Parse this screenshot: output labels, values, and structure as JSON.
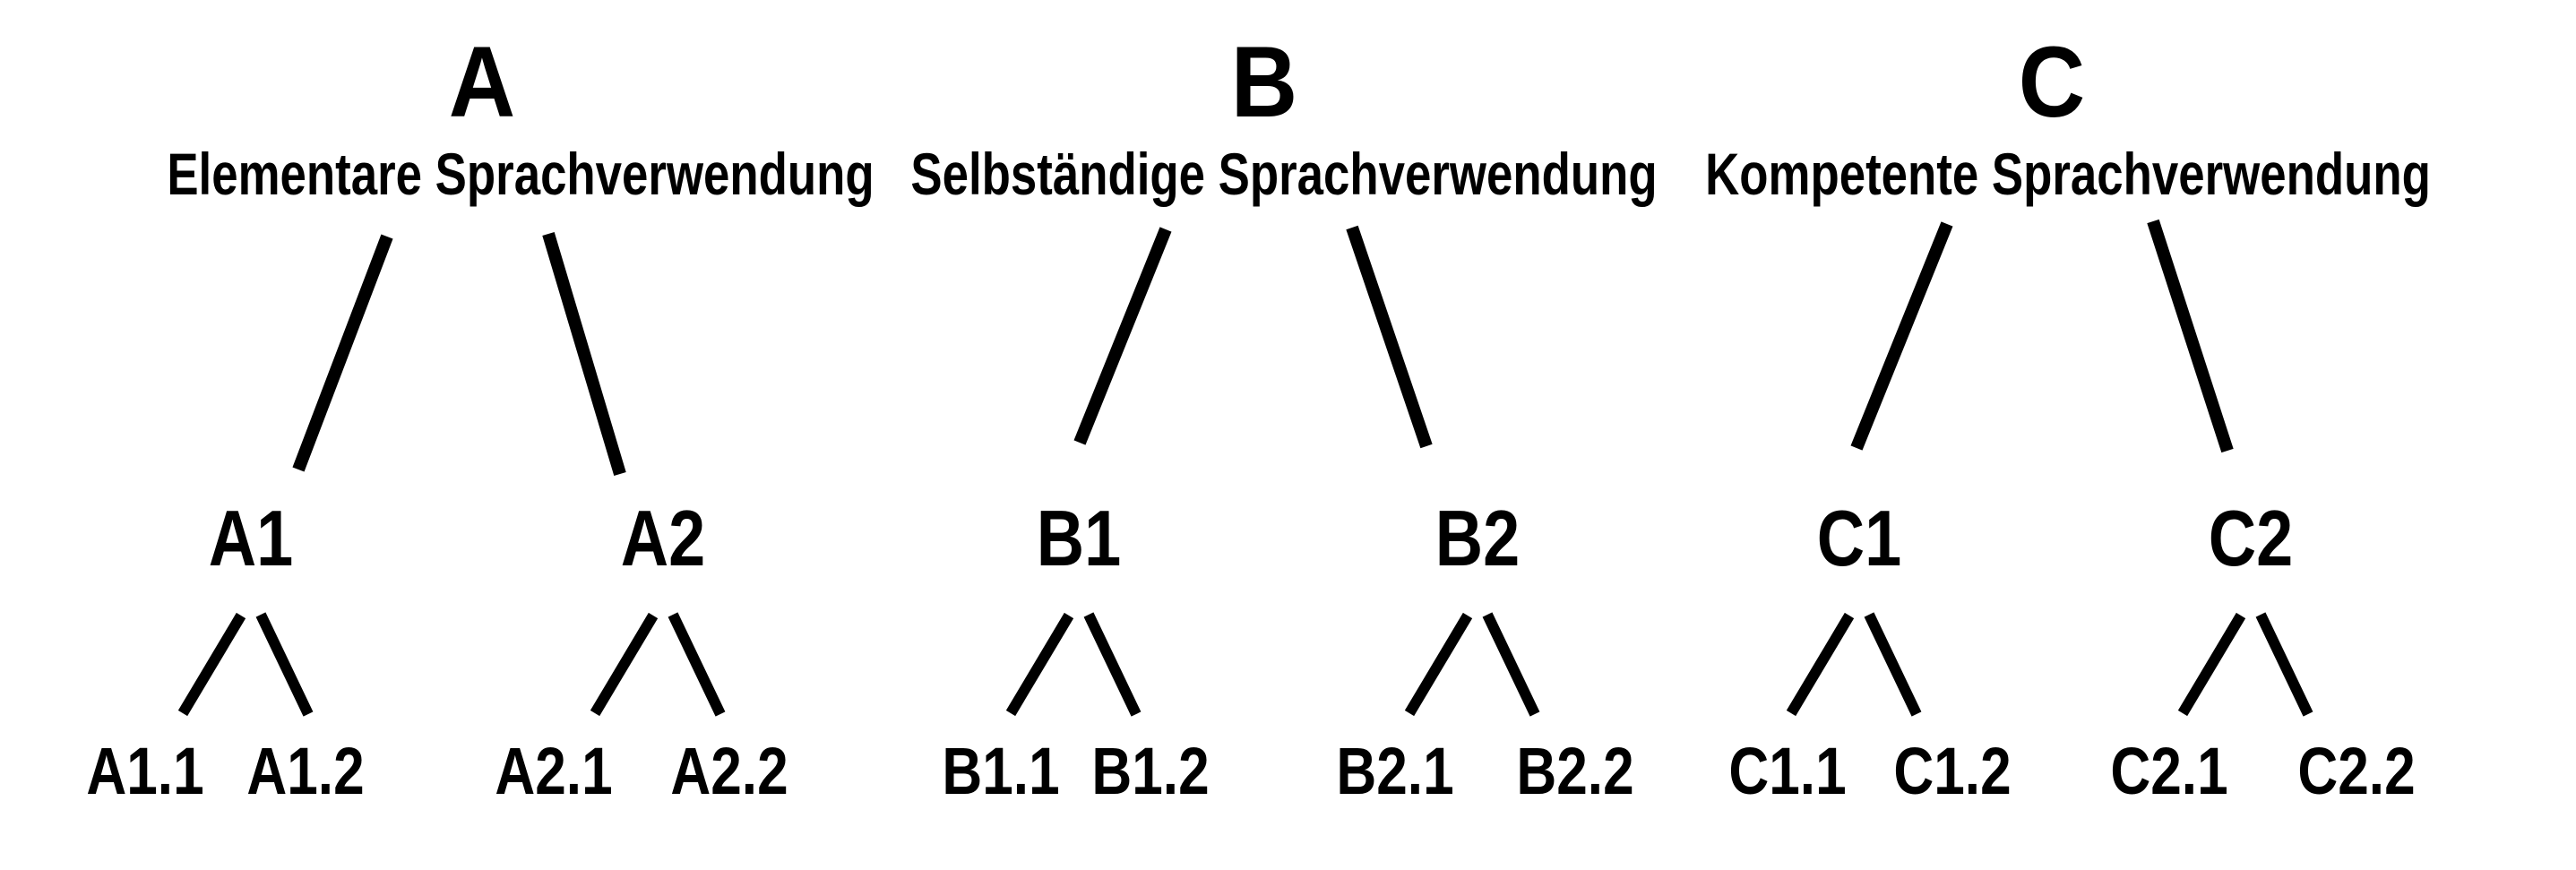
{
  "page": {
    "background_color": "#ffffff",
    "text_color": "#000000"
  },
  "tree": {
    "sections": [
      {
        "letter": "A",
        "subtitle": "Elementare Sprachverwendung",
        "levels": [
          {
            "label": "A1",
            "children": [
              {
                "label": "A1.1"
              },
              {
                "label": "A1.2"
              }
            ]
          },
          {
            "label": "A2",
            "children": [
              {
                "label": "A2.1"
              },
              {
                "label": "A2.2"
              }
            ]
          }
        ]
      },
      {
        "letter": "B",
        "subtitle": "Selbständige Sprachverwendung",
        "levels": [
          {
            "label": "B1",
            "children": [
              {
                "label": "B1.1"
              },
              {
                "label": "B1.2"
              }
            ]
          },
          {
            "label": "B2",
            "children": [
              {
                "label": "B2.1"
              },
              {
                "label": "B2.2"
              }
            ]
          }
        ]
      },
      {
        "letter": "C",
        "subtitle": "Kompetente Sprachverwendung",
        "levels": [
          {
            "label": "C1",
            "children": [
              {
                "label": "C1.1"
              },
              {
                "label": "C1.2"
              }
            ]
          },
          {
            "label": "C2",
            "children": [
              {
                "label": "C2.1"
              },
              {
                "label": "C2.2"
              }
            ]
          }
        ]
      }
    ]
  }
}
